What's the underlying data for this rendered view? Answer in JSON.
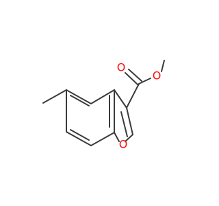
{
  "colors": {
    "carbon_bond": "#3a3a3a",
    "oxygen": "#ff0d0d",
    "background": "#ffffff"
  },
  "atoms": {
    "carbonyl_oxygen": "O",
    "ester_oxygen": "O",
    "ring_oxygen": "O"
  }
}
